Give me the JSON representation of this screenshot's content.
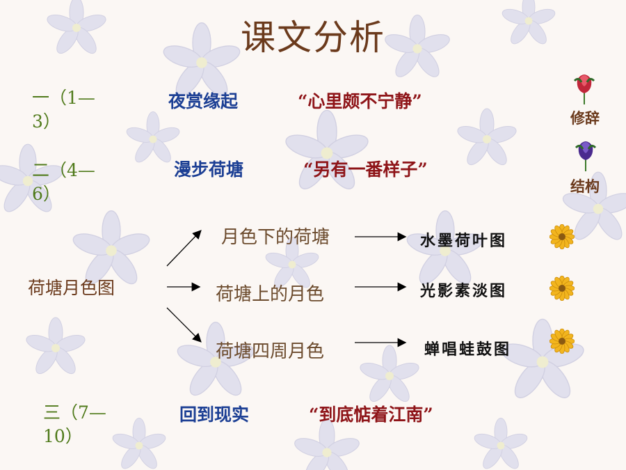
{
  "title": "课文分析",
  "sections": [
    {
      "num": "一（1—3）",
      "name": "夜赏缘起",
      "quote": "“心里颇不宁静”"
    },
    {
      "num": "二（4—6）",
      "name": "漫步荷塘",
      "quote": "“另有一番样子”"
    },
    {
      "num": "三（7—10）",
      "name": "回到现实",
      "quote": "“到底惦着江南”"
    }
  ],
  "side": {
    "rhetoric_label": "修辞",
    "structure_label": "结构"
  },
  "diagram": {
    "main_label": "荷塘月色图",
    "branches": [
      {
        "label": "月色下的荷塘",
        "result": "水墨荷叶图"
      },
      {
        "label": "荷塘上的月色",
        "result": "光影素淡图"
      },
      {
        "label": "荷塘四周月色",
        "result": "蝉唱蛙鼓图"
      }
    ]
  },
  "colors": {
    "background": "#fbf7f4",
    "title": "#6b3a1c",
    "section_number": "#4f7a1a",
    "section_name": "#1c3f94",
    "quote": "#8e1418"
  }
}
